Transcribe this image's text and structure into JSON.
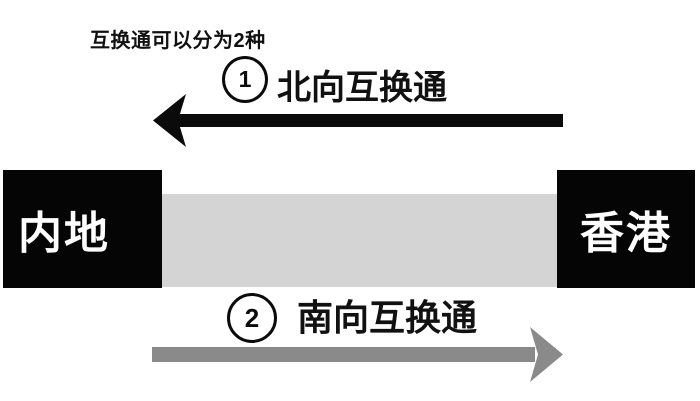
{
  "title": "互换通可以分为2种",
  "nodes": {
    "left": {
      "label": "内地"
    },
    "right": {
      "label": "香港"
    }
  },
  "flows": [
    {
      "number": "1",
      "label": "北向互换通",
      "direction": "leftward"
    },
    {
      "number": "2",
      "label": "南向互换通",
      "direction": "rightward"
    }
  ],
  "colors": {
    "text": "#111111",
    "node_bg": "#050505",
    "node_text": "#ffffff",
    "band": "#d4d4d4",
    "north_arrow": "#0b0b0b",
    "south_arrow": "#8a8a8a"
  }
}
